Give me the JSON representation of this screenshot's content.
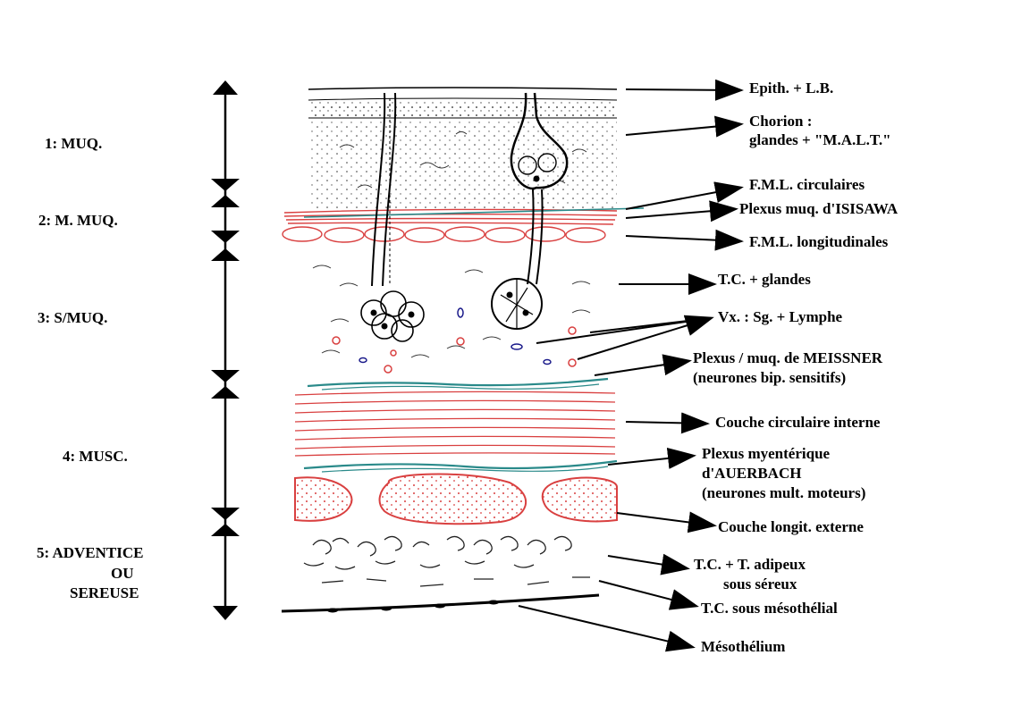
{
  "layers": [
    {
      "label": "1: MUQ."
    },
    {
      "label": "2: M. MUQ."
    },
    {
      "label": "3: S/MUQ."
    },
    {
      "label": "4: MUSC."
    },
    {
      "label": "5: ADVENTICE",
      "line2": "OU",
      "line3": "SEREUSE"
    }
  ],
  "annotations": {
    "epith": "Epith. + L.B.",
    "chorion1": "Chorion :",
    "chorion2": "glandes + \"M.A.L.T.\"",
    "fml_circ": "F.M.L. circulaires",
    "isisawa": "Plexus muq. d'ISISAWA",
    "fml_long": "F.M.L. longitudinales",
    "tc_glandes": "T.C. + glandes",
    "vx": "Vx. : Sg. + Lymphe",
    "meissner1": "Plexus / muq. de MEISSNER",
    "meissner2": "(neurones bip. sensitifs)",
    "circ_interne": "Couche circulaire interne",
    "auerbach1": "Plexus myentérique",
    "auerbach2": "d'AUERBACH",
    "auerbach3": "(neurones mult. moteurs)",
    "longit_externe": "Couche longit. externe",
    "adipeux1": "T.C. + T. adipeux",
    "adipeux2": "sous séreux",
    "mesothelial": "T.C. sous mésothélial",
    "mesothelium": "Mésothélium"
  },
  "colors": {
    "ink": "#000000",
    "muscle_red": "#d94040",
    "nerve_teal": "#2a8a8a",
    "vessel_blue": "#1a1a8a"
  }
}
